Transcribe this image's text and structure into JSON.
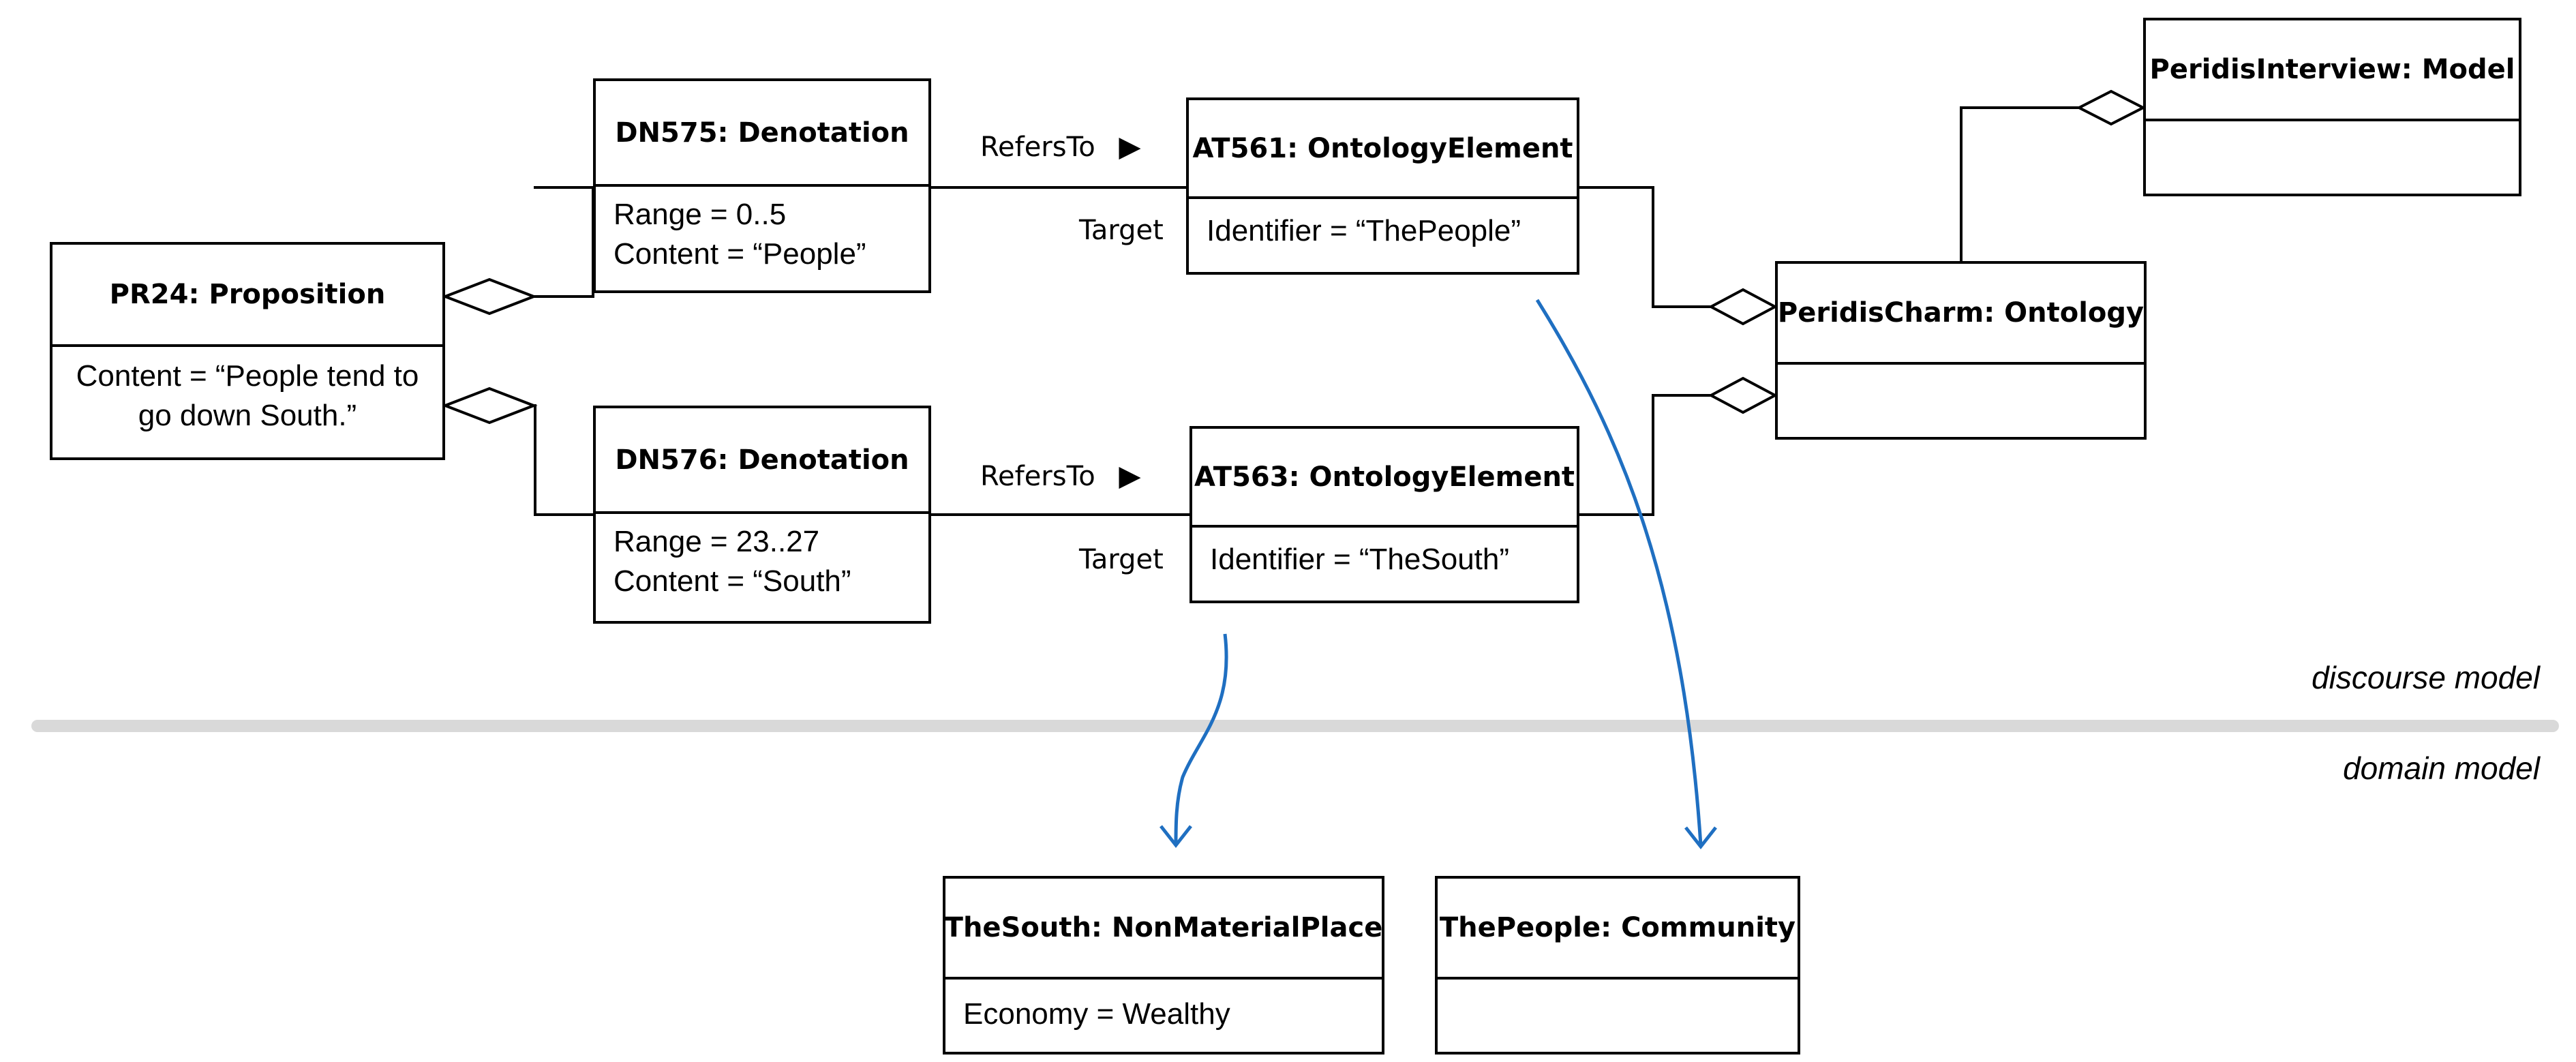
{
  "objects": {
    "pr24": {
      "title": "PR24: Proposition",
      "attrs": [
        "Content = “People tend to go down South.”"
      ]
    },
    "dn575": {
      "title": "DN575: Denotation",
      "attrs": [
        "Range = 0..5",
        "Content = “People”"
      ]
    },
    "dn576": {
      "title": "DN576: Denotation",
      "attrs": [
        "Range = 23..27",
        "Content = “South”"
      ]
    },
    "at561": {
      "title": "AT561: OntologyElement",
      "attrs": [
        "Identifier = “ThePeople”"
      ]
    },
    "at563": {
      "title": "AT563: OntologyElement",
      "attrs": [
        "Identifier = “TheSouth”"
      ]
    },
    "peridis_charm": {
      "title": "PeridisCharm: Ontology",
      "attrs": []
    },
    "peridis_interview": {
      "title": "PeridisInterview: Model",
      "attrs": []
    },
    "the_south": {
      "title": "TheSouth: NonMaterialPlace",
      "attrs": [
        "Economy = Wealthy"
      ]
    },
    "the_people": {
      "title": "ThePeople: Community",
      "attrs": []
    }
  },
  "labels": {
    "refers_to_1": "RefersTo",
    "target_1": "Target",
    "refers_to_2": "RefersTo",
    "target_2": "Target",
    "arrow_glyph": "▶"
  },
  "layers": {
    "discourse": "discourse model",
    "domain": "domain model"
  },
  "colors": {
    "line": "#000000",
    "mapping_arrow": "#1f6fc1",
    "separator": "#d9d9d9"
  }
}
